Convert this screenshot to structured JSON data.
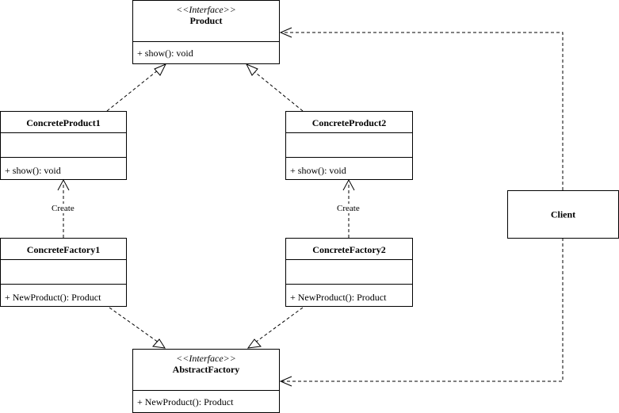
{
  "classes": {
    "product": {
      "stereotype": "<<Interface>>",
      "name": "Product",
      "operation": "+ show(): void"
    },
    "concrete_product1": {
      "name": "ConcreteProduct1",
      "operation": "+ show(): void"
    },
    "concrete_product2": {
      "name": "ConcreteProduct2",
      "operation": "+ show(): void"
    },
    "concrete_factory1": {
      "name": "ConcreteFactory1",
      "operation": "+ NewProduct(): Product"
    },
    "concrete_factory2": {
      "name": "ConcreteFactory2",
      "operation": "+ NewProduct(): Product"
    },
    "abstract_factory": {
      "stereotype": "<<Interface>>",
      "name": "AbstractFactory",
      "operation": "+ NewProduct(): Product"
    },
    "client": {
      "name": "Client"
    }
  },
  "edges": {
    "create1_label": "Create",
    "create2_label": "Create"
  }
}
